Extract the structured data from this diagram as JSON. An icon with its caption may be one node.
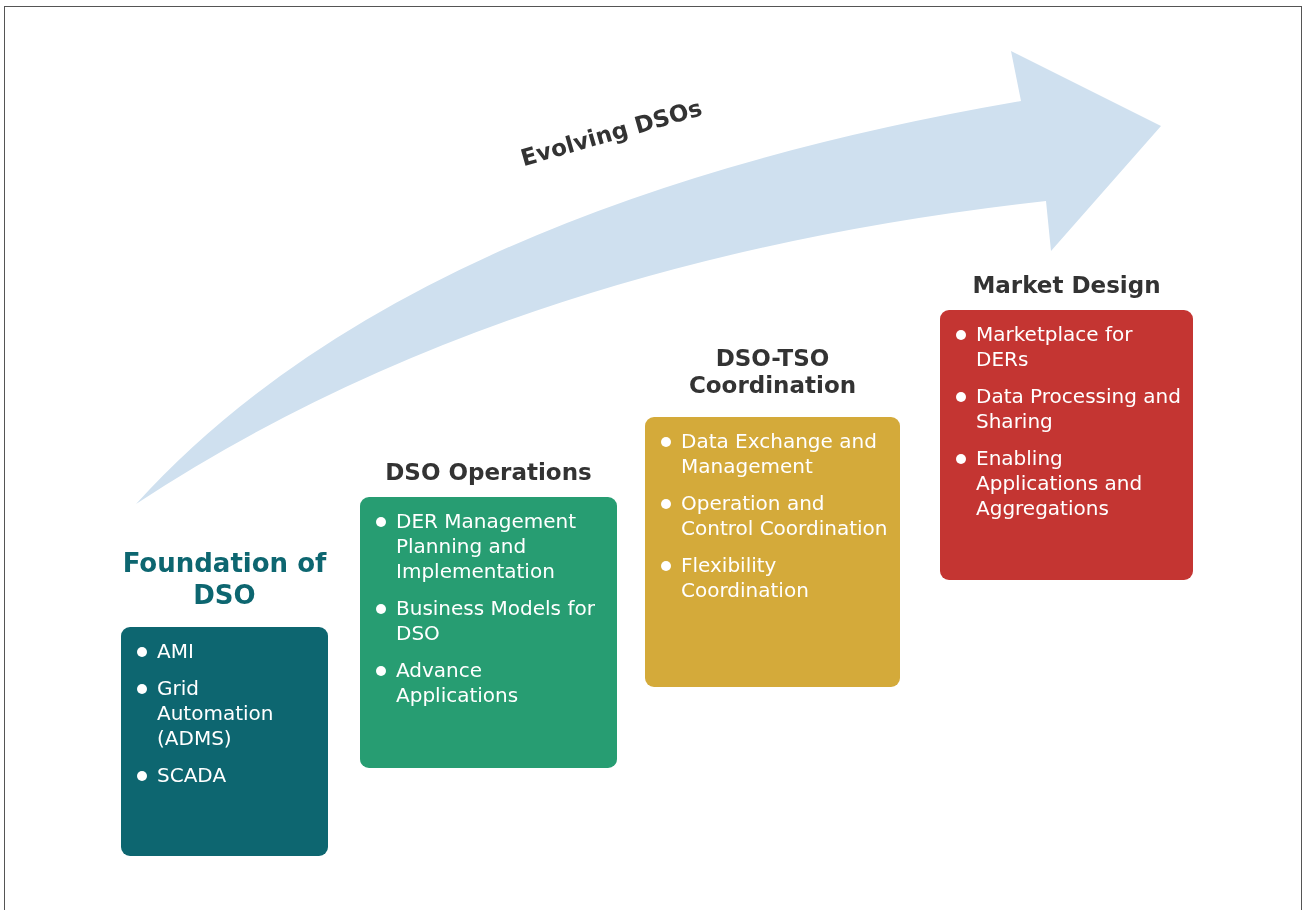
{
  "diagram": {
    "nodes": [
      {
        "text": [
          "Foundation of DSO",
          "AMI",
          "Grid Automation (ADMS)",
          "SCADA"
        ]
      },
      {
        "text": [
          "DSO Operations",
          "DER Management Planning and Implementation",
          "Business Models for DSO",
          "Advance Applications"
        ]
      },
      {
        "text": [
          "DSO-TSO Coordination",
          "Data Exchange and Management",
          "Operation and Control Coordination",
          "Flexibility Coordination"
        ]
      },
      {
        "text": [
          "Market Design",
          "Marketplace for DERs",
          "Data Processing and Sharing",
          "Enabling Applications and Aggregations"
        ]
      }
    ],
    "labels": [
      "Evolving DSOs"
    ]
  }
}
